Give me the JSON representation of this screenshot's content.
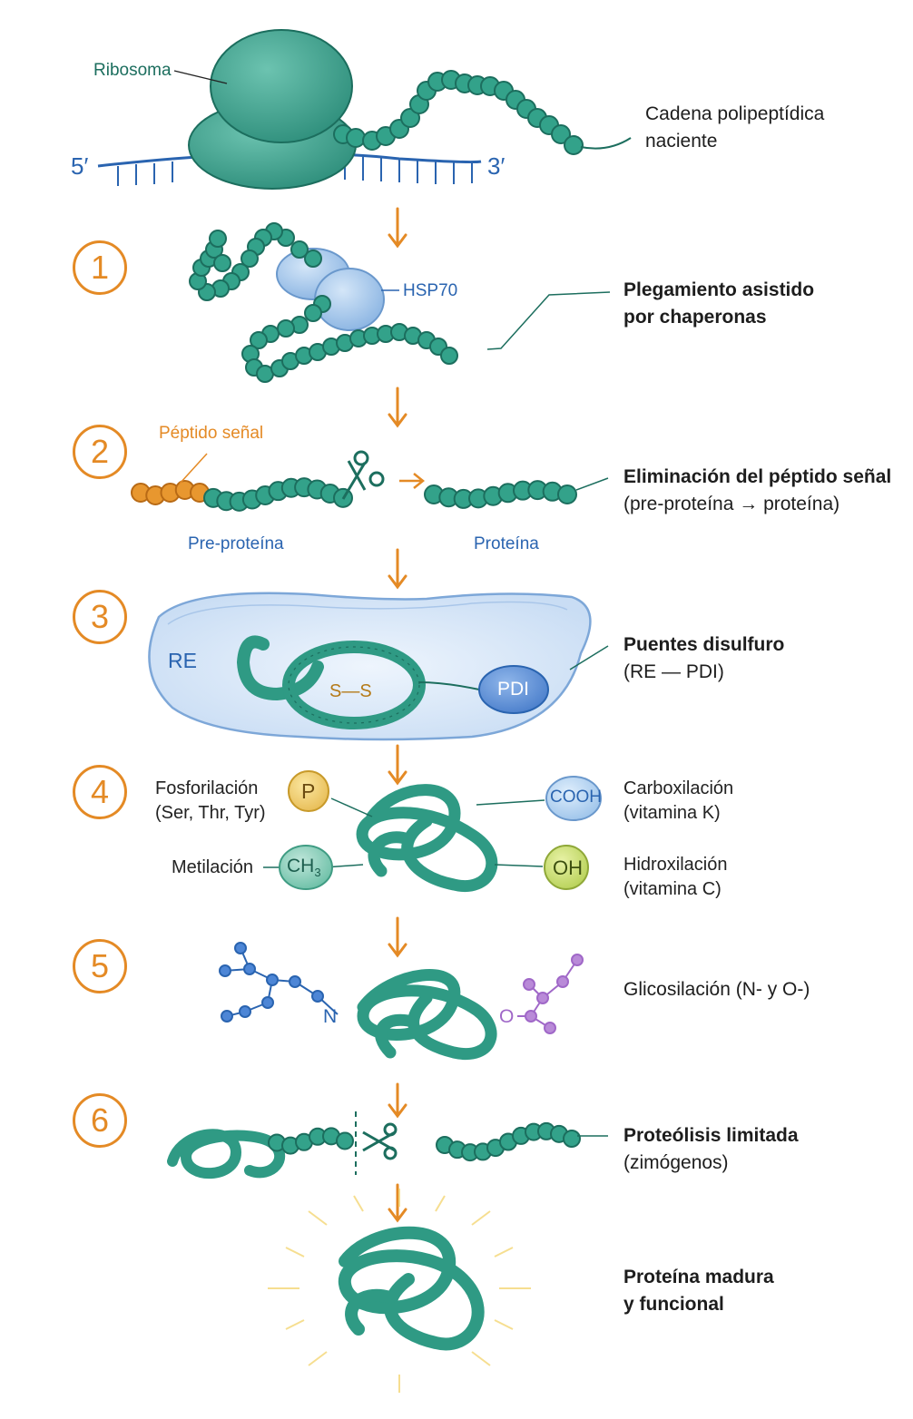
{
  "top": {
    "ribosome_label": "Ribosoma",
    "five_prime": "5′",
    "three_prime": "3′",
    "chain_title_1": "Cadena polipeptídica",
    "chain_title_2": "naciente"
  },
  "steps": [
    {
      "number": "1",
      "title_1": "Plegamiento asistido",
      "title_2": "por chaperonas",
      "tag": "HSP70"
    },
    {
      "number": "2",
      "title_1": "Eliminación del péptido señal",
      "title_2": "(pre-proteína → proteína)",
      "signal_label": "Péptido señal",
      "left_label": "Pre-proteína",
      "right_label": "Proteína"
    },
    {
      "number": "3",
      "title_1": "Puentes disulfuro",
      "title_2": "(RE — PDI)",
      "er_label": "RE",
      "bridge_label": "S—S",
      "enzyme_label": "PDI"
    },
    {
      "number": "4",
      "phos_1": "Fosforilación",
      "phos_2": "(Ser, Thr, Tyr)",
      "phos_chip": "P",
      "carbox_1": "Carboxilación",
      "carbox_2": "(vitamina K)",
      "carbox_chip": "COOH",
      "methyl": "Metilación",
      "methyl_chip": "CH",
      "hydrox_1": "Hidroxilación",
      "hydrox_2": "(vitamina C)",
      "hydrox_chip": "OH"
    },
    {
      "number": "5",
      "title_bold": "Glicosilación",
      "title_rest": " (N- y O-)",
      "n_link": "N",
      "o_link": "O"
    },
    {
      "number": "6",
      "title_1": "Proteólisis limitada",
      "title_2": "(zimógenos)"
    }
  ],
  "final": {
    "title_1": "Proteína madura",
    "title_2": "y funcional"
  },
  "colors": {
    "chain": "#2f9a84",
    "chain_dark": "#1c6e5e",
    "step_accent": "#e48a25",
    "label_blue": "#2a64b0",
    "signal_orange": "#e48a25",
    "o_glycan": "#a068c8"
  }
}
